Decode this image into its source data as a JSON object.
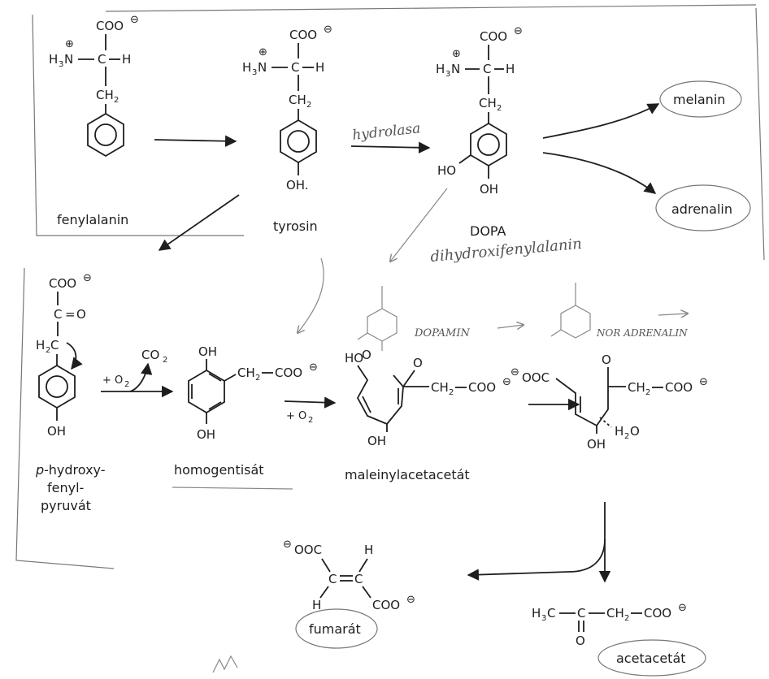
{
  "compounds": {
    "phenylalanine": "fenylalanin",
    "tyrosine": "tyrosin",
    "dopa": "DOPA",
    "melanin": "melanin",
    "adrenalin": "adrenalin",
    "hydroxyphenylpyruvate_line1": "-hydroxy-",
    "hydroxyphenylpyruvate_p": "p",
    "hydroxyphenylpyruvate_line2": "fenyl-",
    "hydroxyphenylpyruvate_line3": "pyruvát",
    "homogentisate": "homogentisát",
    "maleylacetoacetate": "maleinylacetacetát",
    "fumarate": "fumarát",
    "acetoacetate": "acetacetát"
  },
  "groups": {
    "coo": "COO",
    "h3n": "H",
    "ch2": "CH",
    "ch": "C",
    "h": "H",
    "oh": "OH",
    "ho": "HO",
    "oh_dot": "OH.",
    "co": "C",
    "o": "O",
    "h2c": "H",
    "ooc": "OOC",
    "h3c": "H",
    "co2": "CO",
    "h2o": "H",
    "ch2_coo": "CH",
    "eq": "="
  },
  "reagents": {
    "o2_a": "+ O",
    "o2_b": "+ O",
    "co2": "CO"
  },
  "handwriting": {
    "hydrolase": "hydrolasa",
    "dihydroxyphenylalanine": "dihydroxifenylalanin",
    "dopamine": "DOPAMIN",
    "noradrenaline": "NOR ADRENALIN"
  }
}
